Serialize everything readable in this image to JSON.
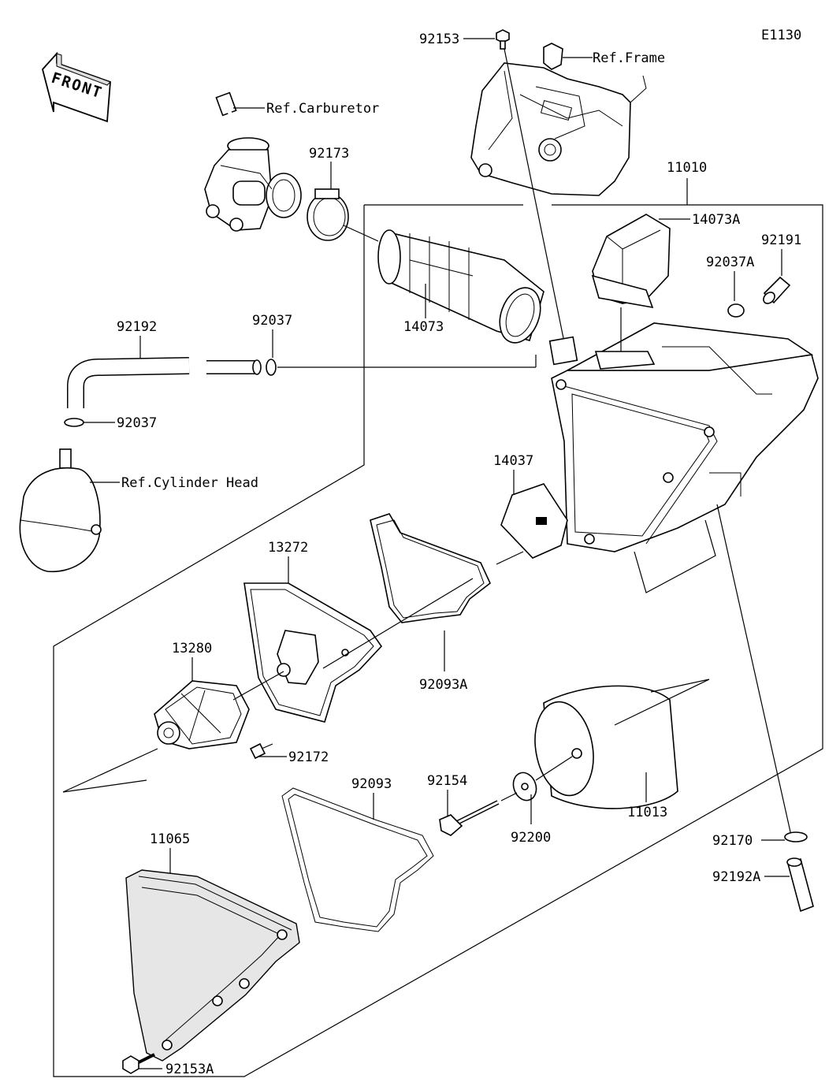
{
  "diagram_code": "E1130",
  "front_label": "FRONT",
  "refs": {
    "frame": "Ref.Frame",
    "carburetor": "Ref.Carburetor",
    "cylinder_head": "Ref.Cylinder Head"
  },
  "parts": {
    "p92153": "92153",
    "p11010": "11010",
    "p92173": "92173",
    "p14073A": "14073A",
    "p92191": "92191",
    "p92037A": "92037A",
    "p14073": "14073",
    "p92192": "92192",
    "p92037_top": "92037",
    "p92037_bottom": "92037",
    "p14037": "14037",
    "p13272": "13272",
    "p13280": "13280",
    "p92093A": "92093A",
    "p92172": "92172",
    "p92093": "92093",
    "p92154": "92154",
    "p92200": "92200",
    "p11013": "11013",
    "p11065": "11065",
    "p92170": "92170",
    "p92192A": "92192A",
    "p92153A": "92153A"
  }
}
